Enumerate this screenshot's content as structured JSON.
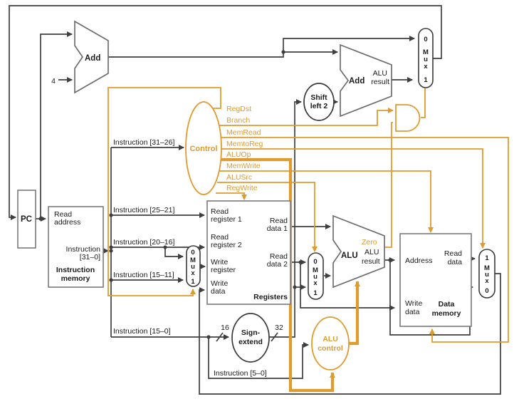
{
  "colors": {
    "wire": "#3f3f3f",
    "box": "#7a7a7a",
    "control": "#E09B2E",
    "text": "#1a1a1a"
  },
  "components": {
    "pc": "PC",
    "add1": "Add",
    "add2": "Add",
    "add2_result_l1": "ALU",
    "add2_result_l2": "result",
    "alu": "ALU",
    "alu_result_l1": "ALU",
    "alu_result_l2": "result",
    "zero": "Zero",
    "shift_l1": "Shift",
    "shift_l2": "left 2",
    "sign_l1": "Sign-",
    "sign_l2": "extend",
    "control": "Control",
    "alu_control_l1": "ALU",
    "alu_control_l2": "control",
    "registers": "Registers",
    "instruction_memory_l1": "Instruction",
    "instruction_memory_l2": "memory",
    "data_memory_l1": "Data",
    "data_memory_l2": "memory"
  },
  "ports": {
    "read_address_l1": "Read",
    "read_address_l2": "address",
    "instruction_out_l1": "Instruction",
    "instruction_out_l2": "[31–0]",
    "read_register_1_l1": "Read",
    "read_register_1_l2": "register 1",
    "read_register_2_l1": "Read",
    "read_register_2_l2": "register 2",
    "write_register_l1": "Write",
    "write_register_l2": "register",
    "write_data_l1": "Write",
    "write_data_l2": "data",
    "read_data_1_l1": "Read",
    "read_data_1_l2": "data 1",
    "read_data_2_l1": "Read",
    "read_data_2_l2": "data 2",
    "address": "Address",
    "mem_read_data_l1": "Read",
    "mem_read_data_l2": "data",
    "mem_write_data_l1": "Write",
    "mem_write_data_l2": "data"
  },
  "buses": {
    "instr_31_26": "Instruction [31–26]",
    "instr_25_21": "Instruction [25–21]",
    "instr_20_16": "Instruction [20–16]",
    "instr_15_11": "Instruction [15–11]",
    "instr_15_0": "Instruction [15–0]",
    "instr_5_0": "Instruction [5–0]"
  },
  "signals": {
    "regdst": "RegDst",
    "branch": "Branch",
    "memread": "MemRead",
    "memtoreg": "MemtoReg",
    "aluop": "ALUOp",
    "memwrite": "MemWrite",
    "alusrc": "ALUSrc",
    "regwrite": "RegWrite"
  },
  "constants": {
    "four": "4",
    "width16": "16",
    "width32": "32"
  },
  "mux": {
    "zero": "0",
    "one": "1",
    "m": "M",
    "u": "u",
    "x": "x"
  }
}
